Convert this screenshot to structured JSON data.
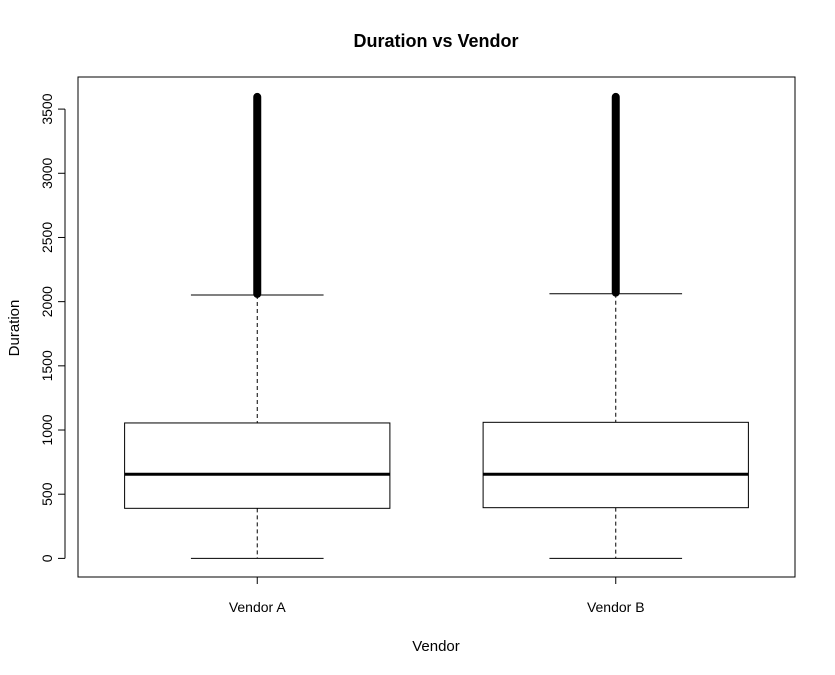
{
  "chart_data": {
    "type": "boxplot",
    "title": "Duration vs Vendor",
    "xlabel": "Vendor",
    "ylabel": "Duration",
    "ylim": [
      -145,
      3750
    ],
    "yticks": [
      0,
      500,
      1000,
      1500,
      2000,
      2500,
      3000,
      3500
    ],
    "ytick_labels": [
      "0",
      "500",
      "1000",
      "1500",
      "2000",
      "2500",
      "3000",
      "3500"
    ],
    "categories": [
      "Vendor A",
      "Vendor B"
    ],
    "boxes": [
      {
        "category": "Vendor A",
        "whisker_low": 0,
        "q1": 390,
        "median": 655,
        "q3": 1055,
        "whisker_high": 2052,
        "outliers_from": 2060,
        "outliers_to": 3595
      },
      {
        "category": "Vendor B",
        "whisker_low": 0,
        "q1": 395,
        "median": 655,
        "q3": 1060,
        "whisker_high": 2062,
        "outliers_from": 2070,
        "outliers_to": 3595
      }
    ],
    "grid": false
  }
}
